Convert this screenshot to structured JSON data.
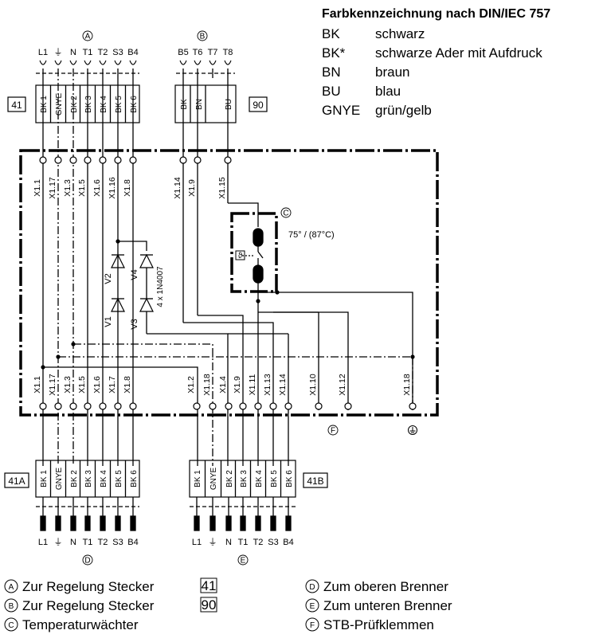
{
  "legend": {
    "title": "Farbkennzeichnung nach DIN/IEC 757",
    "rows": [
      {
        "code": "BK",
        "desc": "schwarz"
      },
      {
        "code": "BK*",
        "desc": "schwarze Ader mit Aufdruck"
      },
      {
        "code": "BN",
        "desc": "braun"
      },
      {
        "code": "BU",
        "desc": "blau"
      },
      {
        "code": "GNYE",
        "desc": "grün/gelb"
      }
    ]
  },
  "connectors": {
    "a": {
      "marker": "A",
      "pins": [
        "L1",
        "⏚",
        "N",
        "T1",
        "T2",
        "S3",
        "B4"
      ],
      "box": "41",
      "terminals": [
        "BK 1",
        "GNYE",
        "BK 2",
        "BK 3",
        "BK 4",
        "BK 5",
        "BK 6"
      ]
    },
    "b": {
      "marker": "B",
      "pins": [
        "B5",
        "T6",
        "T7",
        "T8"
      ],
      "box": "90",
      "terminals": [
        "BK",
        "BN",
        "BU"
      ]
    },
    "d": {
      "marker": "D",
      "pins": [
        "L1",
        "⏚",
        "N",
        "T1",
        "T2",
        "S3",
        "B4"
      ],
      "box": "41A",
      "terminals": [
        "BK 1",
        "GNYE",
        "BK 2",
        "BK 3",
        "BK 4",
        "BK 5",
        "BK 6"
      ]
    },
    "e": {
      "marker": "E",
      "pins": [
        "L1",
        "⏚",
        "N",
        "T1",
        "T2",
        "S3",
        "B4"
      ],
      "box": "41B",
      "terminals": [
        "BK 1",
        "GNYE",
        "BK 2",
        "BK 3",
        "BK 4",
        "BK 5",
        "BK 6"
      ]
    }
  },
  "wires": {
    "top_left": [
      "X1.1",
      "X1.17",
      "X1.3",
      "X1.5",
      "X1.6",
      "X1.16",
      "X1.8"
    ],
    "top_right": [
      "X1.14",
      "X1.9",
      "X1.15"
    ],
    "bottom_left": [
      "X1.1",
      "X1.17",
      "X1.3",
      "X1.5",
      "X1.6",
      "X1.7",
      "X1.8"
    ],
    "bottom_right": [
      "X1.2",
      "X1.18",
      "X1.4",
      "X1.9",
      "X1.11",
      "X1.13",
      "X1.14"
    ],
    "bottom_extra": [
      "X1.10",
      "X1.12",
      "X1.18"
    ]
  },
  "components": {
    "diodes": [
      "V2",
      "V4",
      "V1",
      "V3"
    ],
    "diode_type": "4 x 1N4007",
    "thermostat_marker": "C",
    "thermostat_temp": "75° / (87°C)",
    "thermostat_symbol": "ϑ",
    "stb_marker": "F"
  },
  "footer": {
    "left": [
      {
        "marker": "A",
        "text": "Zur Regelung Stecker",
        "box": "41"
      },
      {
        "marker": "B",
        "text": "Zur Regelung Stecker",
        "box": "90"
      },
      {
        "marker": "C",
        "text": "Temperaturwächter",
        "box": ""
      }
    ],
    "right": [
      {
        "marker": "D",
        "text": "Zum oberen Brenner"
      },
      {
        "marker": "E",
        "text": "Zum unteren Brenner"
      },
      {
        "marker": "F",
        "text": "STB-Prüfklemmen"
      }
    ]
  }
}
